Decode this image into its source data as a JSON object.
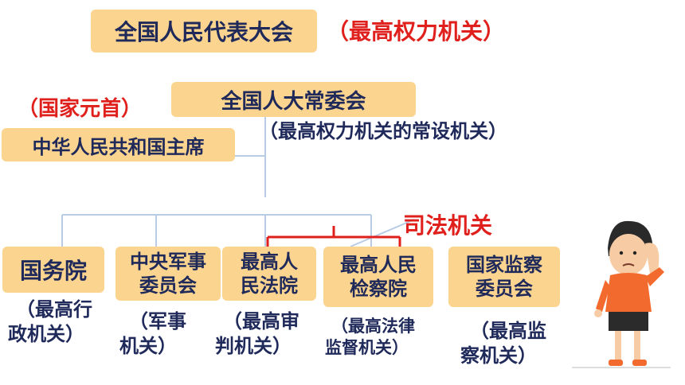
{
  "colors": {
    "box_fill": "#fbd58f",
    "box_text": "#1f2a5a",
    "highlight": "#e0201c",
    "connector": "#b9cce6"
  },
  "top": {
    "npc": "全国人民代表大会",
    "npc_note": "（最高权力机关）"
  },
  "standing": {
    "label": "全国人大常委会",
    "note": "（最高权力机关的常设机关）"
  },
  "president": {
    "note": "（国家元首）",
    "label": "中华人民共和国主席"
  },
  "judicial_label": "司法机关",
  "organs": [
    {
      "lines": [
        "国务院"
      ],
      "note": [
        "（最高行",
        "政机关）"
      ]
    },
    {
      "lines": [
        "中央军事",
        "委员会"
      ],
      "note": [
        "（军事",
        "机关）"
      ]
    },
    {
      "lines": [
        "最高人",
        "民法院"
      ],
      "note": [
        "（最高审",
        "判机关）"
      ]
    },
    {
      "lines": [
        "最高人民",
        "检察院"
      ],
      "note": [
        "（最高法律",
        "监督机关）"
      ]
    },
    {
      "lines": [
        "国家监察",
        "委员会"
      ],
      "note": [
        "（最高监",
        "察机关）"
      ]
    }
  ]
}
